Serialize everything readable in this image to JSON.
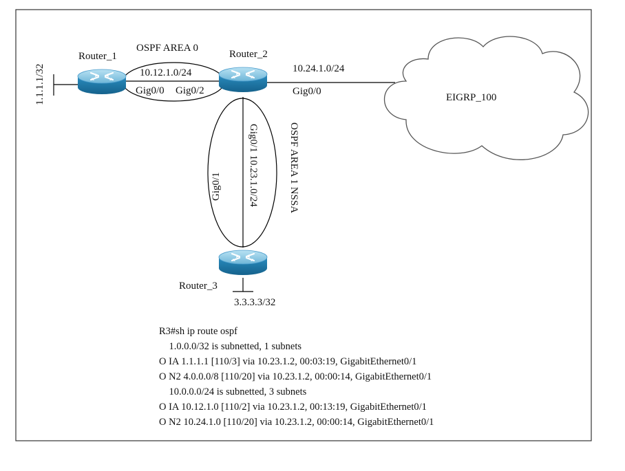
{
  "routers": {
    "r1": "Router_1",
    "r2": "Router_2",
    "r3": "Router_3"
  },
  "labels": {
    "area0": "OSPF AREA 0",
    "net12": "10.12.1.0/24",
    "r1_gig": "Gig0/0",
    "r2_gig": "Gig0/2",
    "net24": "10.24.1.0/24",
    "r2_gig0": "Gig0/0",
    "eigrp": "EIGRP_100",
    "loop1": "1.1.1.1/32",
    "r3_gig": "Gig0/1",
    "r2_gig1_net": "Gig0/1 10.23.1.0/24",
    "area1": "OSPF AREA 1 NSSA",
    "loop3": "3.3.3.3/32"
  },
  "cli": [
    "R3#sh ip route ospf",
    "    1.0.0.0/32 is subnetted, 1 subnets",
    "O IA 1.1.1.1 [110/3] via 10.23.1.2, 00:03:19, GigabitEthernet0/1",
    "O N2 4.0.0.0/8 [110/20] via 10.23.1.2, 00:00:14, GigabitEthernet0/1",
    "    10.0.0.0/24 is subnetted, 3 subnets",
    "O IA 10.12.1.0 [110/2] via 10.23.1.2, 00:13:19, GigabitEthernet0/1",
    "O N2 10.24.1.0 [110/20] via 10.23.1.2, 00:00:14, GigabitEthernet0/1"
  ],
  "colors": {
    "router_top": "#9fd3ea",
    "router_side": "#1f7fae",
    "router_dark": "#145e86",
    "border": "#333333"
  }
}
